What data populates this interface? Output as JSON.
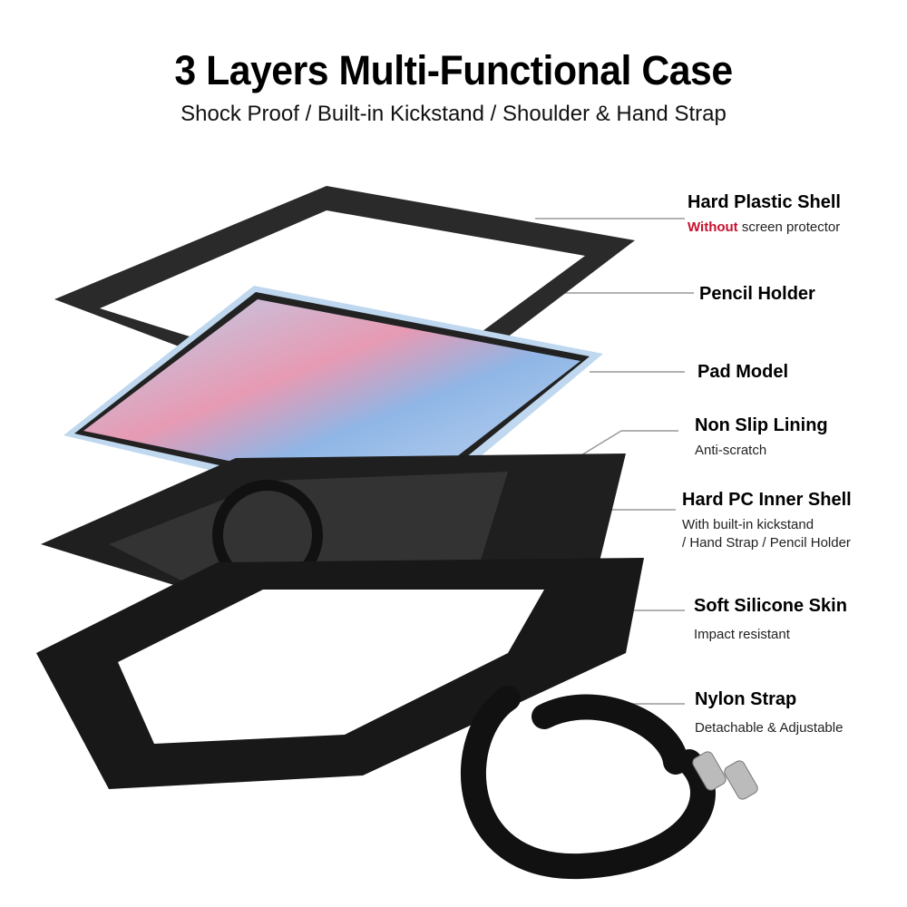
{
  "header": {
    "title": "3 Layers Multi-Functional Case",
    "subtitle": "Shock Proof / Built-in Kickstand / Shoulder & Hand Strap"
  },
  "callouts": [
    {
      "heading": "Hard Plastic Shell",
      "sub_emphasis": "Without",
      "sub_rest": " screen protector"
    },
    {
      "heading": "Pencil Holder"
    },
    {
      "heading": "Pad Model"
    },
    {
      "heading": "Non Slip Lining",
      "sub": "Anti-scratch"
    },
    {
      "heading": "Hard PC Inner Shell",
      "sub_line1": "With built-in kickstand",
      "sub_line2": "/ Hand Strap / Pencil Holder"
    },
    {
      "heading": "Soft Silicone Skin",
      "sub": "Impact resistant"
    },
    {
      "heading": "Nylon Strap",
      "sub": "Detachable & Adjustable"
    }
  ],
  "colors": {
    "emphasis": "#c8102e",
    "leader_line": "#999999"
  }
}
